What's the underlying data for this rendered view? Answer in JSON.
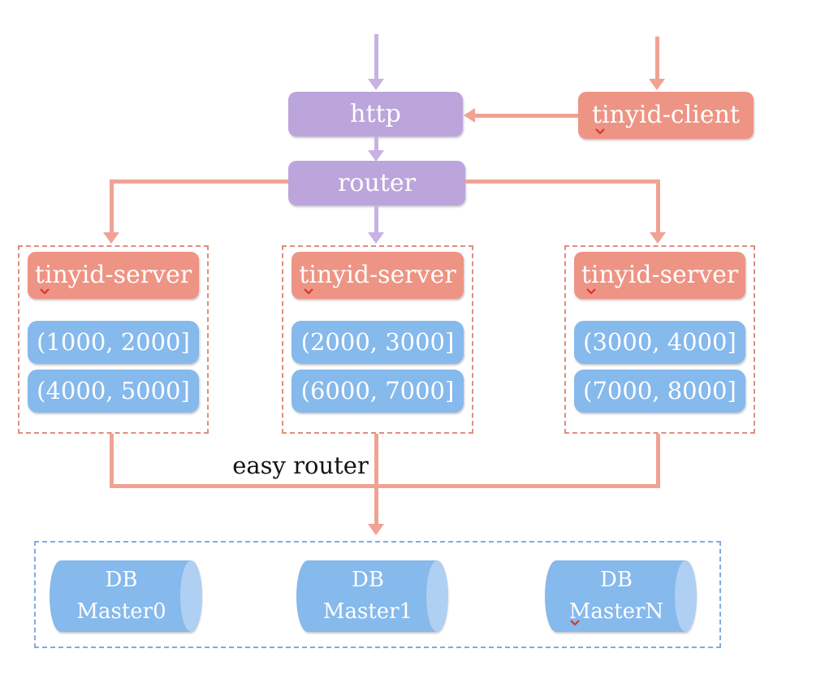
{
  "nodes": {
    "http": {
      "label": "http"
    },
    "router": {
      "label": "router"
    },
    "client": {
      "label": "tinyid-client"
    }
  },
  "servers": [
    {
      "label": "tinyid-server",
      "ranges": [
        "(1000, 2000]",
        "(4000, 5000]"
      ]
    },
    {
      "label": "tinyid-server",
      "ranges": [
        "(2000, 3000]",
        "(6000, 7000]"
      ]
    },
    {
      "label": "tinyid-server",
      "ranges": [
        "(3000, 4000]",
        "(7000, 8000]"
      ]
    }
  ],
  "easy_router_label": "easy router",
  "databases": [
    {
      "name": "DB",
      "instance": "Master0"
    },
    {
      "name": "DB",
      "instance": "Master1"
    },
    {
      "name": "DB",
      "instance": "MasterN"
    }
  ],
  "colors": {
    "purple_box": "#bba5db",
    "purple_line": "#c6b3e3",
    "salmon_box": "#ee9484",
    "salmon_line": "#f0a294",
    "salmon_dashed_border": "#e08d7e",
    "blue_box": "#86b9ec",
    "blue_dashed_border": "#7fabe3",
    "cylinder_cap": "#afcff3",
    "box_text": "#ffffff",
    "label_text": "#141414",
    "spellcheck_red": "#e0302e"
  }
}
